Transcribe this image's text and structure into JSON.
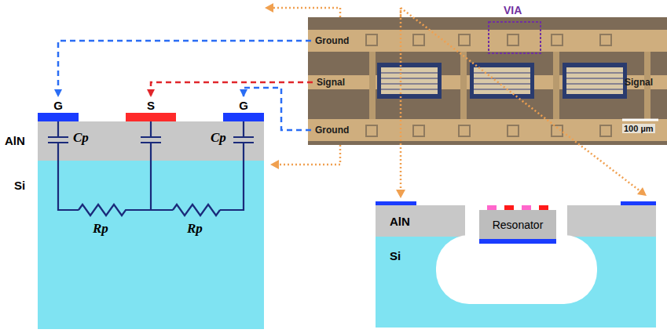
{
  "diagram": {
    "nodes": [
      {
        "text": [
          "Ground"
        ]
      },
      {
        "text": [
          "Signal"
        ]
      },
      {
        "text": [
          "Ground"
        ]
      },
      {
        "text": [
          "Signal"
        ]
      },
      {
        "text": [
          "G"
        ]
      },
      {
        "text": [
          "S"
        ]
      },
      {
        "text": [
          "G"
        ]
      },
      {
        "text": [
          "Resonator"
        ]
      }
    ],
    "edges": [
      {
        "from": 0,
        "to": 4,
        "arrow": "to"
      },
      {
        "from": 1,
        "to": 5,
        "arrow": "to"
      },
      {
        "from": 2,
        "to": 6,
        "arrow": "to"
      }
    ],
    "labels": [
      "VIA",
      "100 µm",
      "AlN",
      "Si",
      "Cp",
      "Cp",
      "Rp",
      "Rp",
      "AlN",
      "Si"
    ]
  }
}
